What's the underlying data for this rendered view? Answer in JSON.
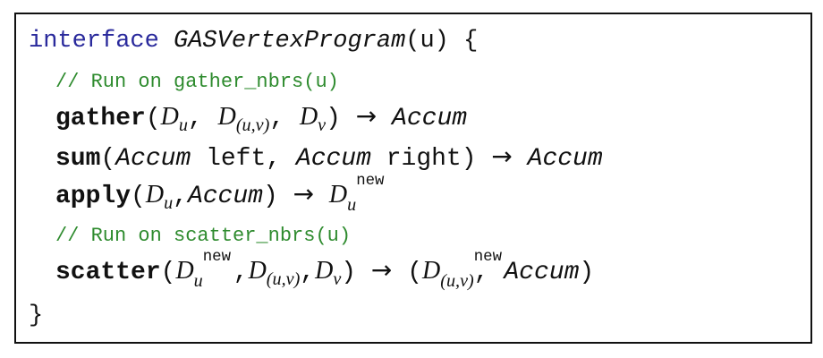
{
  "code": {
    "line1": {
      "keyword": "interface",
      "name": "GASVertexProgram",
      "params": "(u)",
      "brace": "{"
    },
    "comment1": "// Run on gather_nbrs(u)",
    "gather": {
      "fn": "gather",
      "open": "(",
      "d1": "D",
      "d1_sub": "u",
      "comma1": ",",
      "d2": "D",
      "d2_sub": "(u,v)",
      "comma2": ",",
      "d3": "D",
      "d3_sub": "v",
      "close": ")",
      "arrow": "→",
      "ret": "Accum"
    },
    "sum": {
      "fn": "sum",
      "open": "(",
      "t1": "Accum",
      "a1": "left,",
      "t2": "Accum",
      "a2": "right)",
      "arrow": "→",
      "ret": "Accum"
    },
    "apply": {
      "fn": "apply",
      "open": "(",
      "d1": "D",
      "d1_sub": "u",
      "comma": ",",
      "t": "Accum",
      "close": ")",
      "arrow": "→",
      "ret": "D",
      "ret_sup": "new",
      "ret_sub": "u"
    },
    "comment2": "// Run on scatter_nbrs(u)",
    "scatter": {
      "fn": "scatter",
      "open": "(",
      "d1": "D",
      "d1_sup": "new",
      "d1_sub": "u",
      "comma1": ",",
      "d2": "D",
      "d2_sub": "(u,v)",
      "comma2": ",",
      "d3": "D",
      "d3_sub": "v",
      "close": ")",
      "arrow": "→",
      "ret_open": "(",
      "r1": "D",
      "r1_sup": "new",
      "r1_sub": "(u,v)",
      "rcomma": ",",
      "r2": "Accum",
      "ret_close": ")"
    },
    "closing_brace": "}"
  }
}
